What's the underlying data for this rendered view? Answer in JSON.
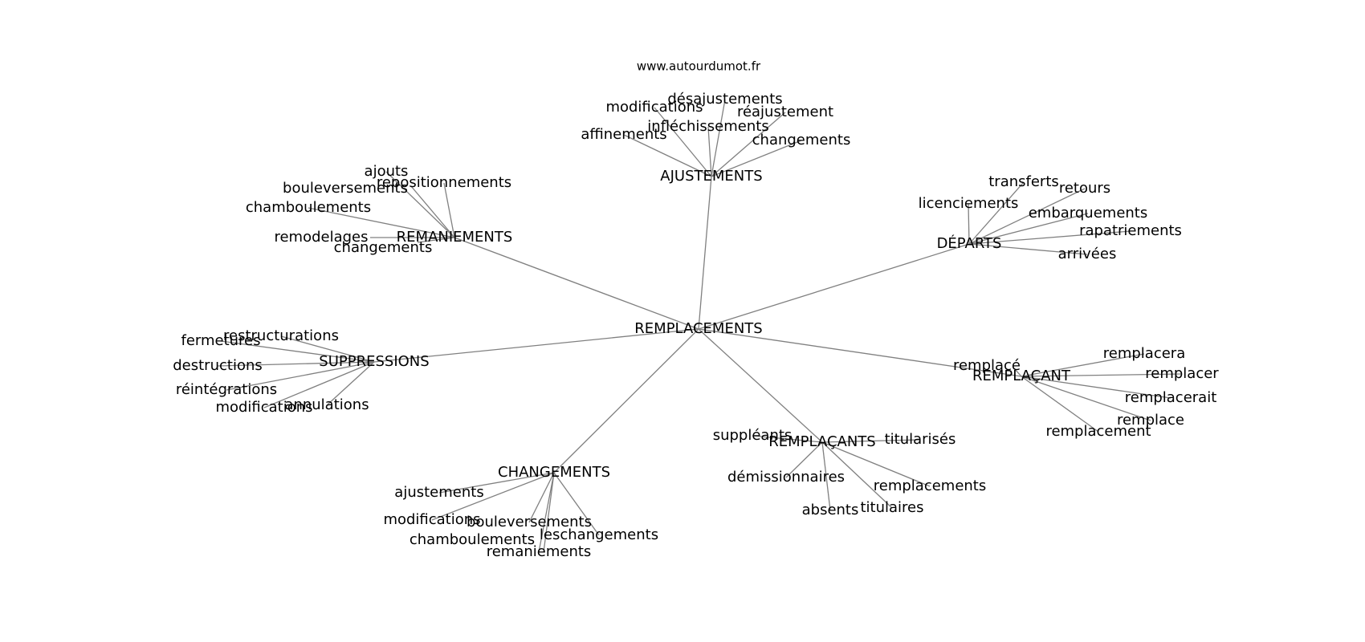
{
  "watermark": "www.autourdumot.fr",
  "graph": {
    "center": "REMPLACEMENTS",
    "groups": [
      {
        "hub": "AJUSTEMENTS",
        "leaves": [
          "modifications",
          "désajustements",
          "réajustement",
          "infléchissements",
          "affinements",
          "changements"
        ]
      },
      {
        "hub": "REMANIEMENTS",
        "leaves": [
          "ajouts",
          "bouleversements",
          "repositionnements",
          "chamboulements",
          "remodelages",
          "changements"
        ]
      },
      {
        "hub": "DÉPARTS",
        "leaves": [
          "transferts",
          "retours",
          "licenciements",
          "embarquements",
          "rapatriements",
          "arrivées"
        ]
      },
      {
        "hub": "SUPPRESSIONS",
        "leaves": [
          "restructurations",
          "fermetures",
          "destructions",
          "réintégrations",
          "modifications",
          "annulations"
        ]
      },
      {
        "hub": "REMPLAÇANT",
        "leaves": [
          "remplacera",
          "remplacé",
          "remplacer",
          "remplacerait",
          "remplace",
          "remplacement"
        ]
      },
      {
        "hub": "REMPLAÇANTS",
        "leaves": [
          "suppléants",
          "titularisés",
          "démissionnaires",
          "remplacements",
          "absents",
          "titulaires"
        ]
      },
      {
        "hub": "CHANGEMENTS",
        "leaves": [
          "ajustements",
          "modifications",
          "bouleversements",
          "leschangements",
          "chamboulements",
          "remaniements"
        ]
      }
    ]
  }
}
